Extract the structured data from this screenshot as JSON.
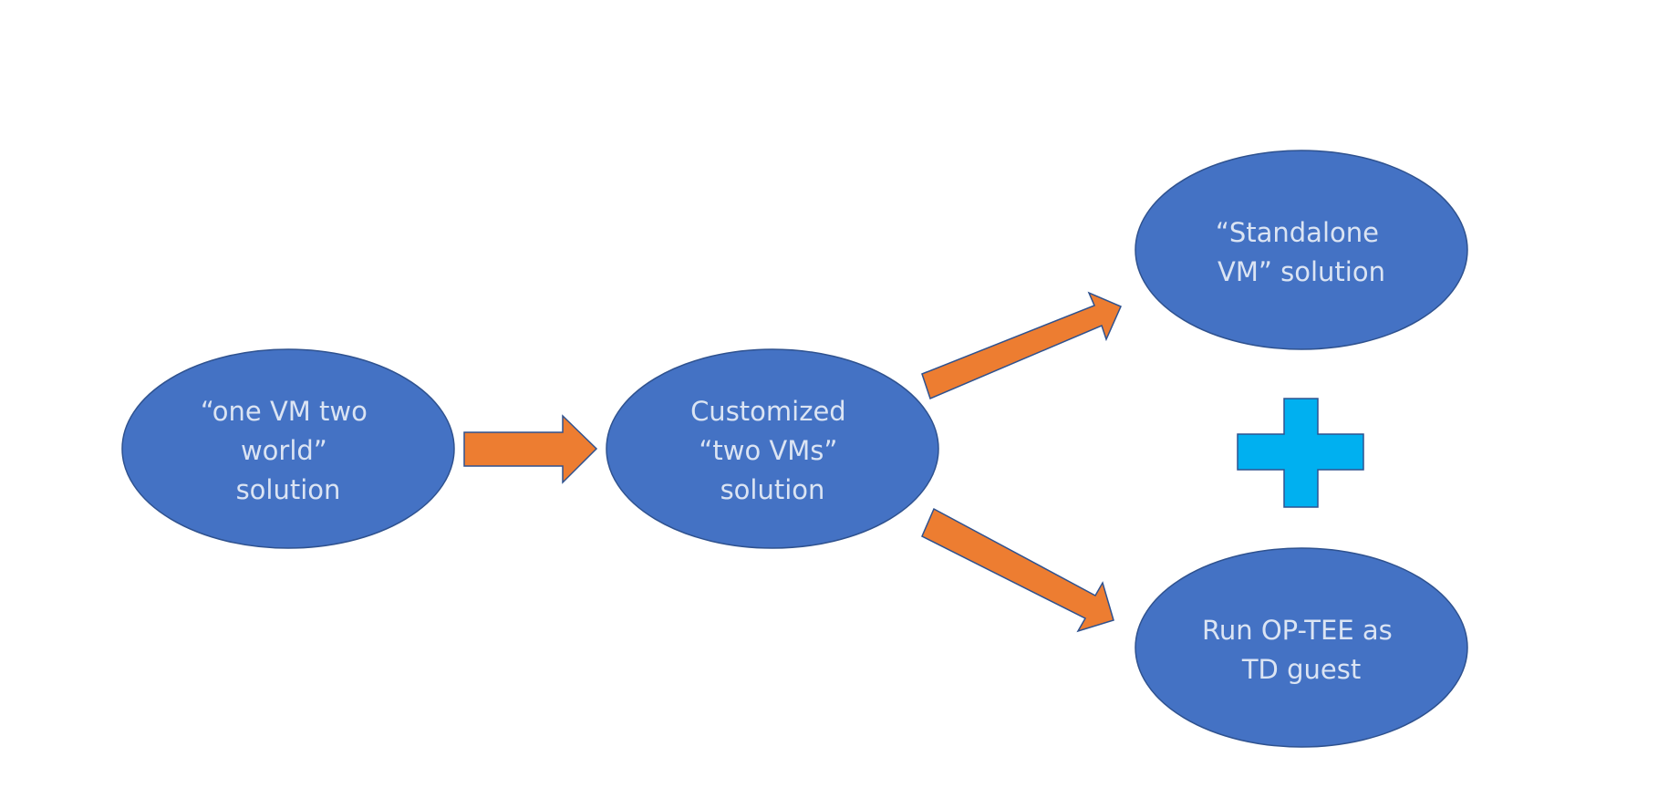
{
  "diagram": {
    "nodes": [
      {
        "id": "one-vm-two-world",
        "lines": [
          "“one VM two",
          "world”",
          "solution"
        ]
      },
      {
        "id": "customized-two-vms",
        "lines": [
          "Customized",
          "“two VMs”",
          "solution"
        ]
      },
      {
        "id": "standalone-vm",
        "lines": [
          "“Standalone",
          "VM” solution"
        ]
      },
      {
        "id": "run-optee-td-guest",
        "lines": [
          "Run OP-TEE as",
          "TD guest"
        ]
      }
    ],
    "edges": [
      {
        "from": "one-vm-two-world",
        "to": "customized-two-vms"
      },
      {
        "from": "customized-two-vms",
        "to": "standalone-vm"
      },
      {
        "from": "customized-two-vms",
        "to": "run-optee-td-guest"
      }
    ],
    "combine_symbol": "plus",
    "colors": {
      "node_fill": "#4472c4",
      "node_stroke": "#2f528f",
      "node_text": "#dbe4f3",
      "arrow_fill": "#ed7d31",
      "plus_fill": "#00b0f0"
    }
  }
}
